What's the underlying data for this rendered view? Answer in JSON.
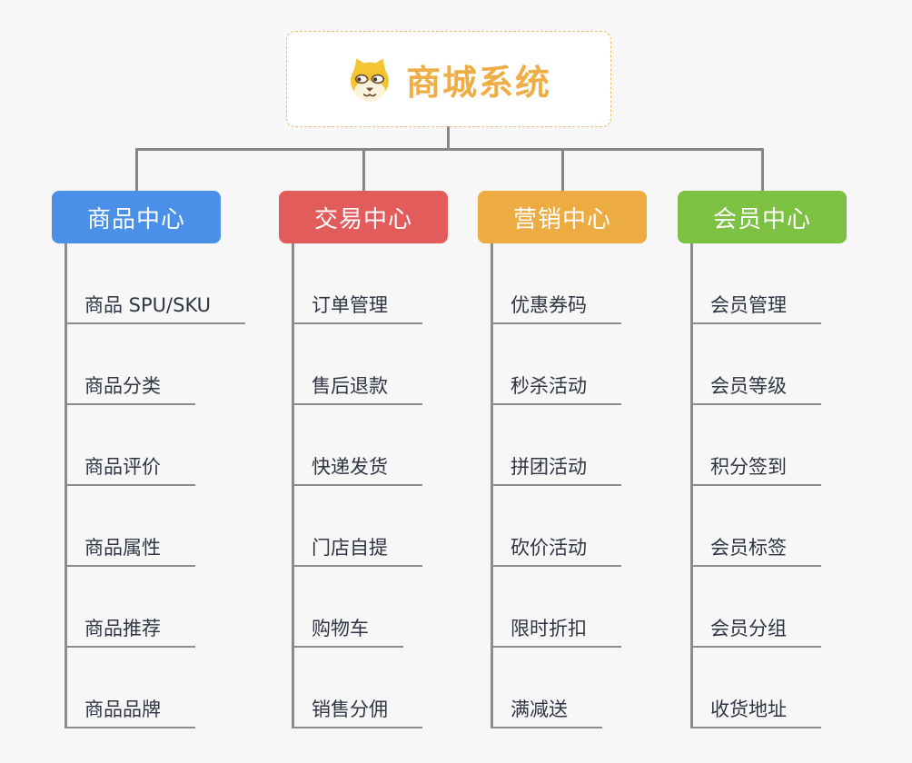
{
  "root": {
    "title": "商城系统",
    "title_color": "#EFAE45",
    "border_color": "#E9BE6C",
    "icon": "dog-face-icon"
  },
  "connector_color": "#868686",
  "underline_color": "#8C8C8C",
  "item_text_color": "#2F3542",
  "background_color": "#F7F7F7",
  "branches": [
    {
      "label": "商品中心",
      "color": "#4A8FE8",
      "children": [
        "商品 SPU/SKU",
        "商品分类",
        "商品评价",
        "商品属性",
        "商品推荐",
        "商品品牌"
      ]
    },
    {
      "label": "交易中心",
      "color": "#E25C5C",
      "children": [
        "订单管理",
        "售后退款",
        "快递发货",
        "门店自提",
        "购物车",
        "销售分佣"
      ]
    },
    {
      "label": "营销中心",
      "color": "#ECAC41",
      "children": [
        "优惠券码",
        "秒杀活动",
        "拼团活动",
        "砍价活动",
        "限时折扣",
        "满减送"
      ]
    },
    {
      "label": "会员中心",
      "color": "#7DC142",
      "children": [
        "会员管理",
        "会员等级",
        "积分签到",
        "会员标签",
        "会员分组",
        "收货地址"
      ]
    }
  ]
}
